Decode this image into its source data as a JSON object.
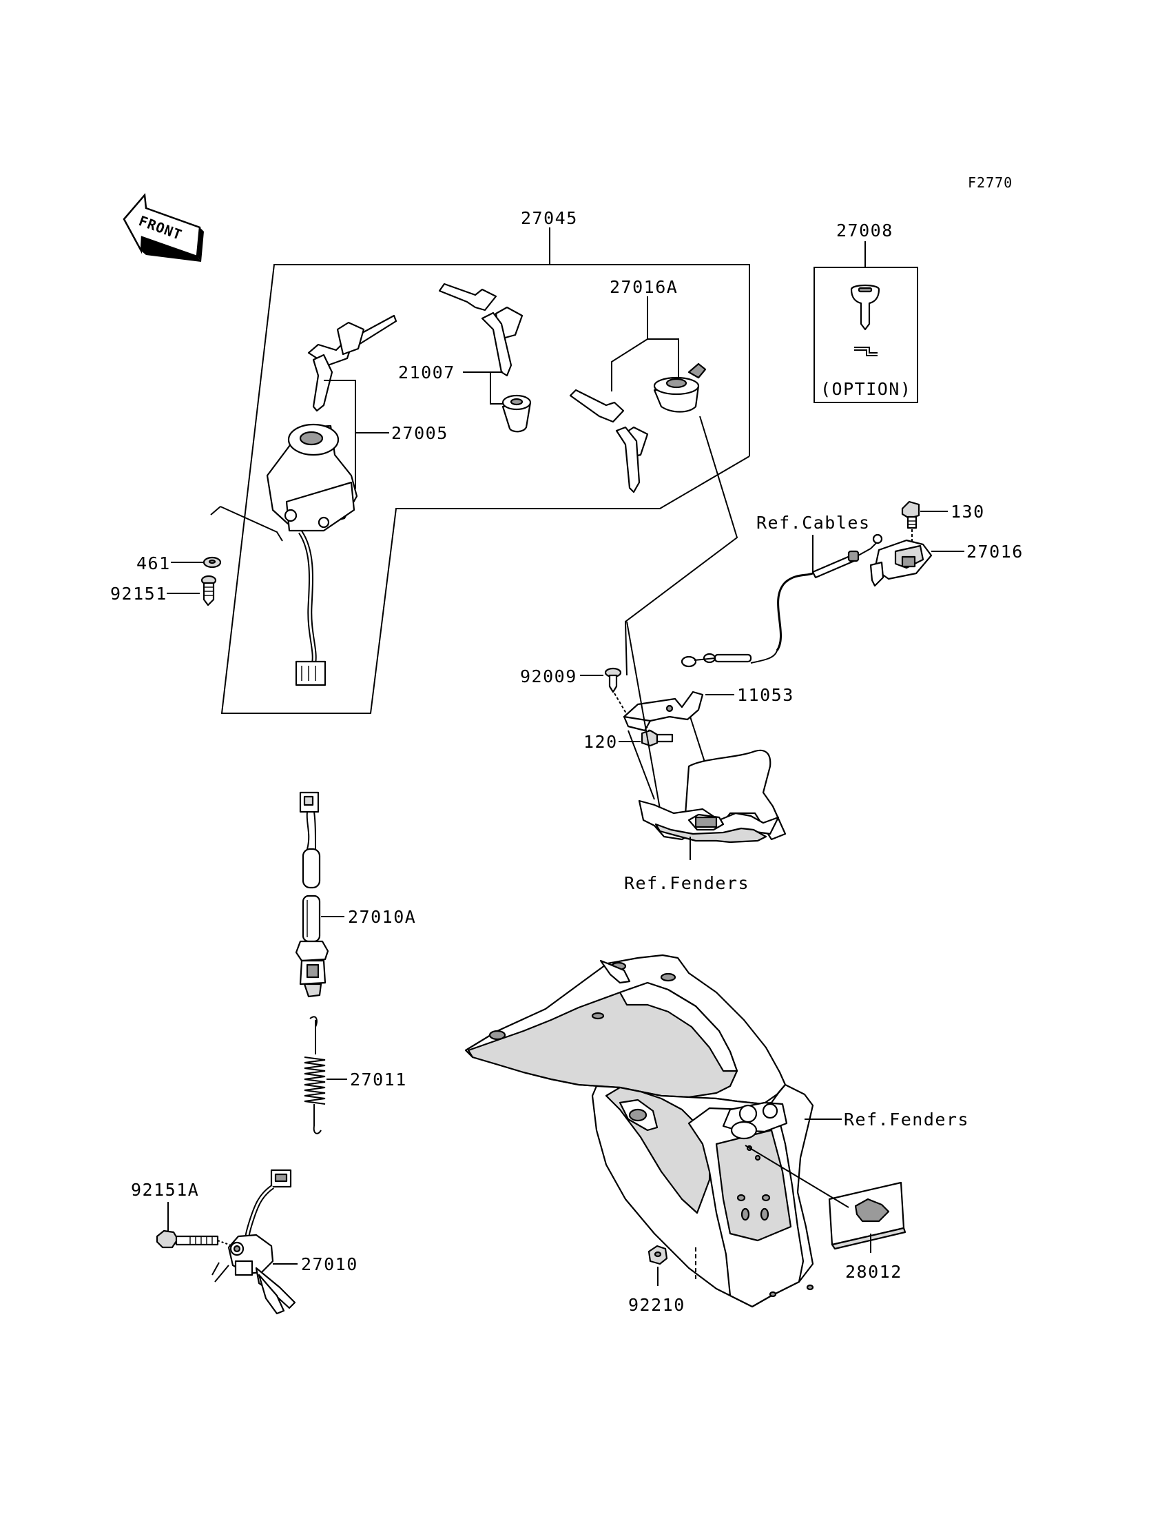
{
  "figure_code": "F2770",
  "front_arrow": {
    "label": "FRONT"
  },
  "callouts": {
    "c27045": "27045",
    "c27008": "27008",
    "c27016A": "27016A",
    "c21007": "21007",
    "c27005": "27005",
    "c461": "461",
    "c92151": "92151",
    "c130": "130",
    "c27016": "27016",
    "c92009": "92009",
    "c11053": "11053",
    "c120": "120",
    "c27010A": "27010A",
    "c27011": "27011",
    "c92151A": "92151A",
    "c27010": "27010",
    "c28012": "28012",
    "c92210": "92210"
  },
  "references": {
    "ref_cables": "Ref.Cables",
    "ref_fenders_upper": "Ref.Fenders",
    "ref_fenders_lower": "Ref.Fenders"
  },
  "option_box": {
    "label": "(OPTION)"
  }
}
